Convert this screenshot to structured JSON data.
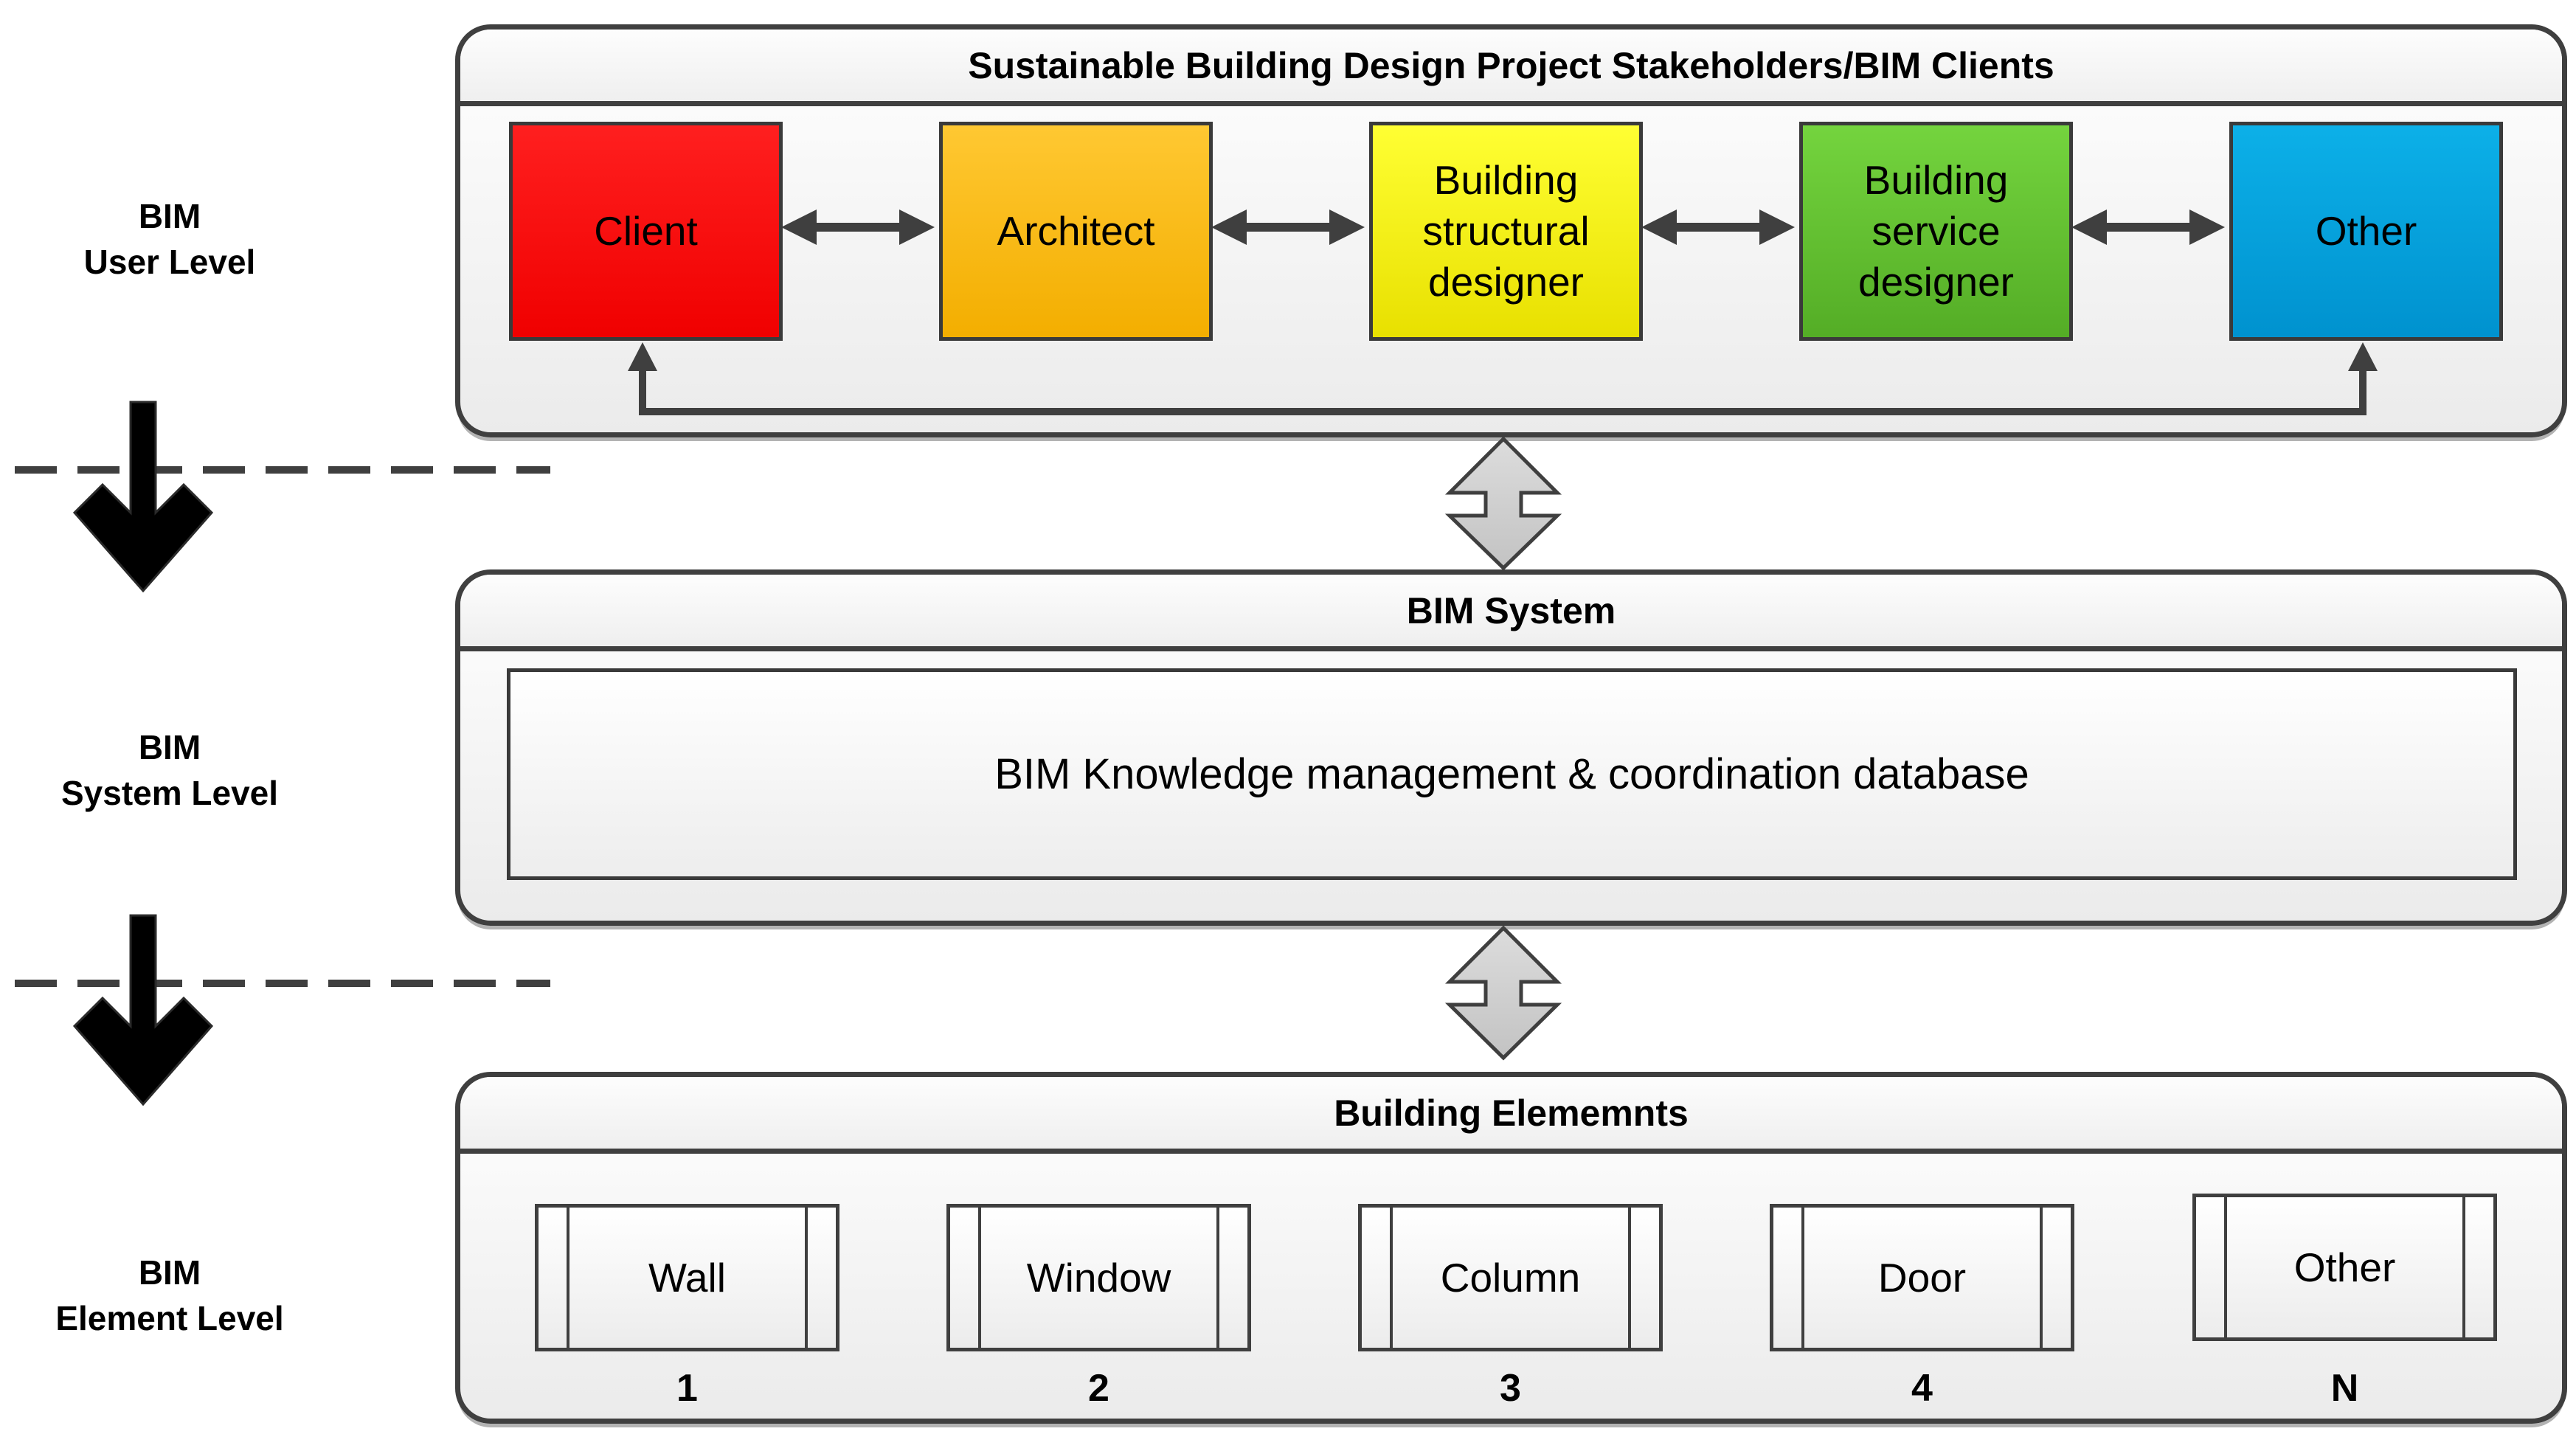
{
  "side_labels": [
    {
      "text": "BIM\nUser Level"
    },
    {
      "text": "BIM\nSystem Level"
    },
    {
      "text": "BIM\nElement Level"
    }
  ],
  "user_level": {
    "title": "Sustainable Building Design Project Stakeholders/BIM Clients",
    "stakeholders": [
      {
        "label": "Client",
        "colors": {
          "top": "#ff1f1f",
          "bottom": "#f00000"
        }
      },
      {
        "label": "Architect",
        "colors": {
          "top": "#ffc832",
          "bottom": "#f3ae00"
        }
      },
      {
        "label": "Building structural designer",
        "colors": {
          "top": "#ffff33",
          "bottom": "#e8e000"
        }
      },
      {
        "label": "Building service designer",
        "colors": {
          "top": "#74d43e",
          "bottom": "#54ad26"
        }
      },
      {
        "label": "Other",
        "colors": {
          "top": "#0cb0e8",
          "bottom": "#0092cf"
        }
      }
    ]
  },
  "system_level": {
    "title": "BIM System",
    "database_label": "BIM Knowledge management & coordination database"
  },
  "element_level": {
    "title": "Building Elememnts",
    "elements": [
      {
        "label": "Wall",
        "index": "1"
      },
      {
        "label": "Window",
        "index": "2"
      },
      {
        "label": "Column",
        "index": "3"
      },
      {
        "label": "Door",
        "index": "4"
      },
      {
        "label": "Other",
        "index": "N"
      }
    ]
  },
  "style_colors": {
    "connector": "#3f3f3f",
    "black_arrow": "#000000",
    "gray_arrow_top": "#dcdcdc",
    "gray_arrow_bottom": "#c3c3c3",
    "panel_border": "#3f3f3f"
  }
}
